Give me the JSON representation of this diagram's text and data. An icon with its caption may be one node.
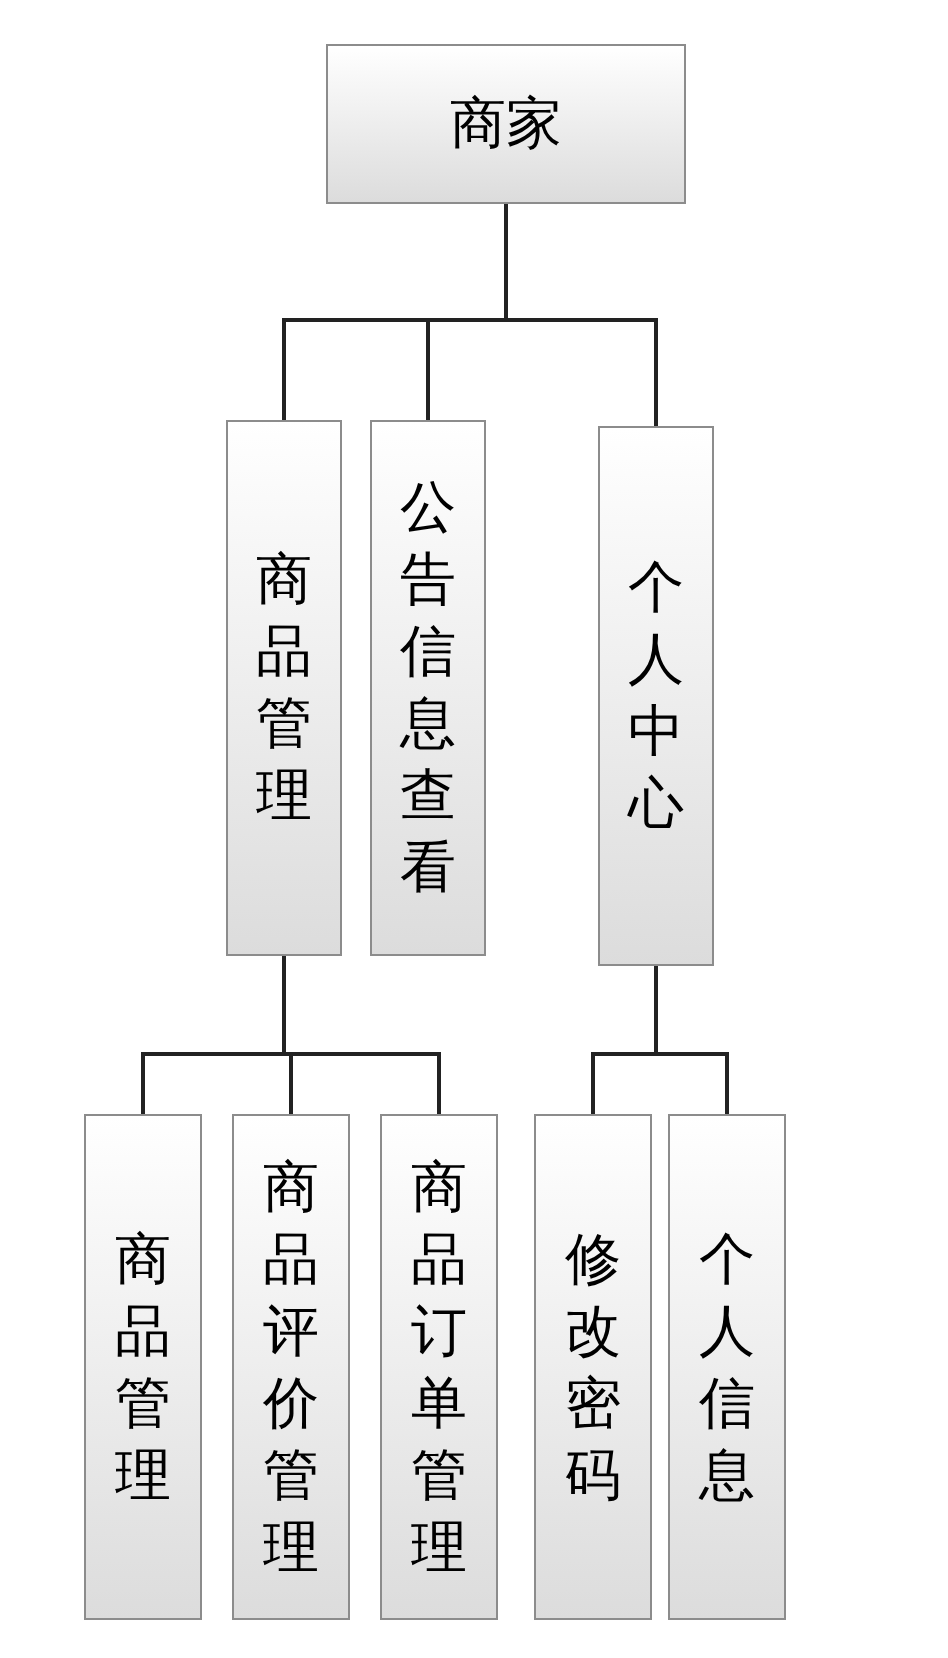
{
  "diagram": {
    "nodes": [
      {
        "text": [
          "商家"
        ]
      },
      {
        "text": [
          "商品管理"
        ]
      },
      {
        "text": [
          "公告信息查看"
        ]
      },
      {
        "text": [
          "个人中心"
        ]
      },
      {
        "text": [
          "商品管理"
        ]
      },
      {
        "text": [
          "商品评价管理"
        ]
      },
      {
        "text": [
          "商品订单管理"
        ]
      },
      {
        "text": [
          "修改密码"
        ]
      },
      {
        "text": [
          "个人信息"
        ]
      }
    ],
    "edges": [
      {
        "from": 0,
        "to": 1,
        "arrow": "none"
      },
      {
        "from": 0,
        "to": 2,
        "arrow": "none"
      },
      {
        "from": 0,
        "to": 3,
        "arrow": "none"
      },
      {
        "from": 1,
        "to": 4,
        "arrow": "none"
      },
      {
        "from": 1,
        "to": 5,
        "arrow": "none"
      },
      {
        "from": 1,
        "to": 6,
        "arrow": "none"
      },
      {
        "from": 3,
        "to": 7,
        "arrow": "none"
      },
      {
        "from": 3,
        "to": 8,
        "arrow": "none"
      }
    ]
  }
}
